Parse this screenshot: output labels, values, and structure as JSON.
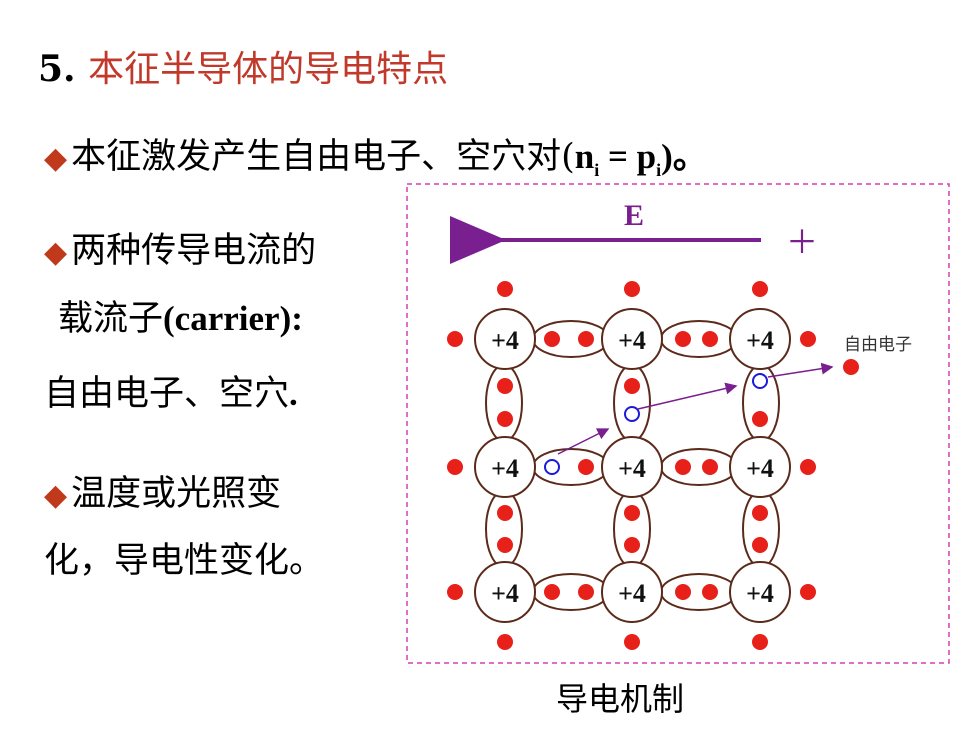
{
  "title": {
    "number": "5.",
    "text": "本征半导体的导电特点"
  },
  "bullet1": {
    "symbol": "◆",
    "text": "本征激发产生自由电子、空穴对(",
    "n": "n",
    "n_sub": "i",
    "eq": " = ",
    "p": "p",
    "p_sub": "i",
    "tail": ")。"
  },
  "bullet2": {
    "symbol": "◆",
    "line1": "两种传导电流的",
    "line2_cn": "载流子",
    "line2_en": "(carrier):",
    "line3_cn": "自由电子、空穴",
    "line3_end": "."
  },
  "bullet3": {
    "symbol": "◆",
    "line1": "温度或光照变",
    "line2": "化，导电性变化。"
  },
  "diagram": {
    "field_label": "E",
    "minus_sign": "－",
    "plus_sign": "＋",
    "atom_label": "+4",
    "free_electron_label": "自由电子",
    "caption": "导电机制",
    "colors": {
      "electron": "#e8201a",
      "hole": "#1a1ad8",
      "arrow": "#7a1f8f",
      "border": "#d63fb0",
      "atom": "#5b2a1a"
    }
  }
}
